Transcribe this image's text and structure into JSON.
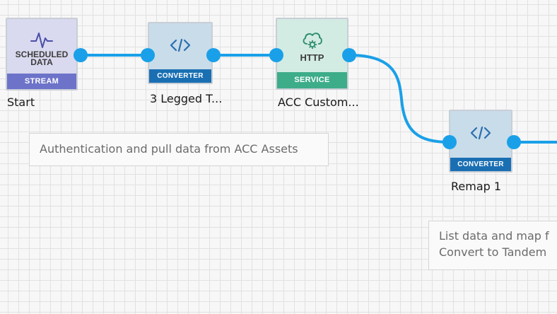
{
  "nodes": {
    "start": {
      "title_line1": "SCHEDULED",
      "title_line2": "DATA",
      "category": "STREAM",
      "label": "Start",
      "icon": "pulse-waveform-icon"
    },
    "three_legged": {
      "category": "CONVERTER",
      "label": "3 Legged T...",
      "icon": "code-brackets-icon"
    },
    "http": {
      "title": "HTTP",
      "category": "SERVICE",
      "label": "ACC Custom...",
      "icon": "cloud-gear-icon"
    },
    "remap": {
      "category": "CONVERTER",
      "label": "Remap 1",
      "icon": "code-brackets-icon"
    }
  },
  "notes": {
    "auth": {
      "text": "Authentication and pull data from ACC Assets"
    },
    "list": {
      "line1": "List data and map f",
      "line2": "Convert to Tandem"
    }
  },
  "colors": {
    "wire": "#1aa0e8",
    "stream_band": "#6c73c9",
    "stream_body": "#d9d9ef",
    "converter_band": "#1a6fb3",
    "converter_body": "#c9dcea",
    "service_band": "#3dad89",
    "service_body": "#d3ece3",
    "icon_blue": "#2a6fae",
    "icon_green": "#2f8f6f",
    "icon_purple": "#4a4fa8"
  }
}
